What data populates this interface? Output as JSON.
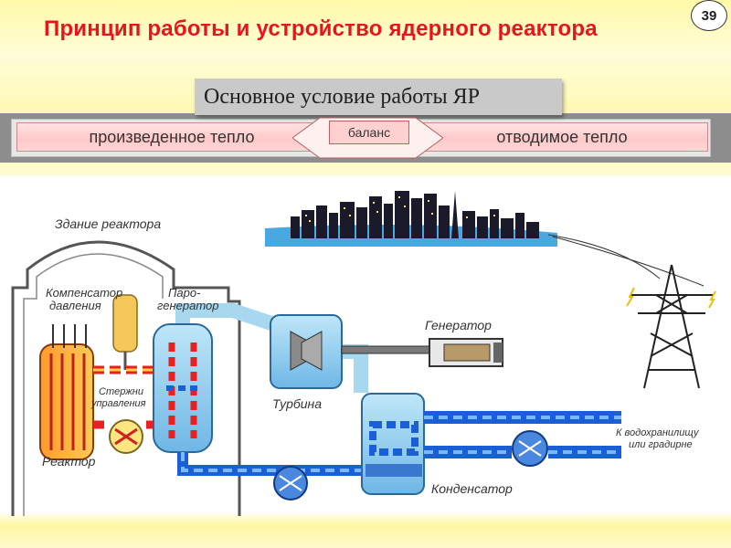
{
  "slide": {
    "title": "Принцип работы и устройство ядерного реактора",
    "page_number": "39",
    "subtitle": "Основное условие работы ЯР"
  },
  "balance_bar": {
    "left_label": "произведенное тепло",
    "center_label": "баланс",
    "right_label": "отводимое тепло"
  },
  "diagram_labels": {
    "reactor_building": "Здание реактора",
    "pressurizer_line1": "Компенсатор",
    "pressurizer_line2": "давления",
    "steam_gen_line1": "Паро-",
    "steam_gen_line2": "генератор",
    "control_rods_line1": "Стержни",
    "control_rods_line2": "управления",
    "reactor": "Реактор",
    "turbine": "Турбина",
    "generator": "Генератор",
    "condenser": "Конденсатор",
    "reservoir_line1": "К водохранилищу",
    "reservoir_line2": "или градирне"
  },
  "colors": {
    "title": "#e8141c",
    "hot_loop": "#e82020",
    "cold_loop": "#1a5fd8",
    "steam": "#a8d8f0"
  }
}
